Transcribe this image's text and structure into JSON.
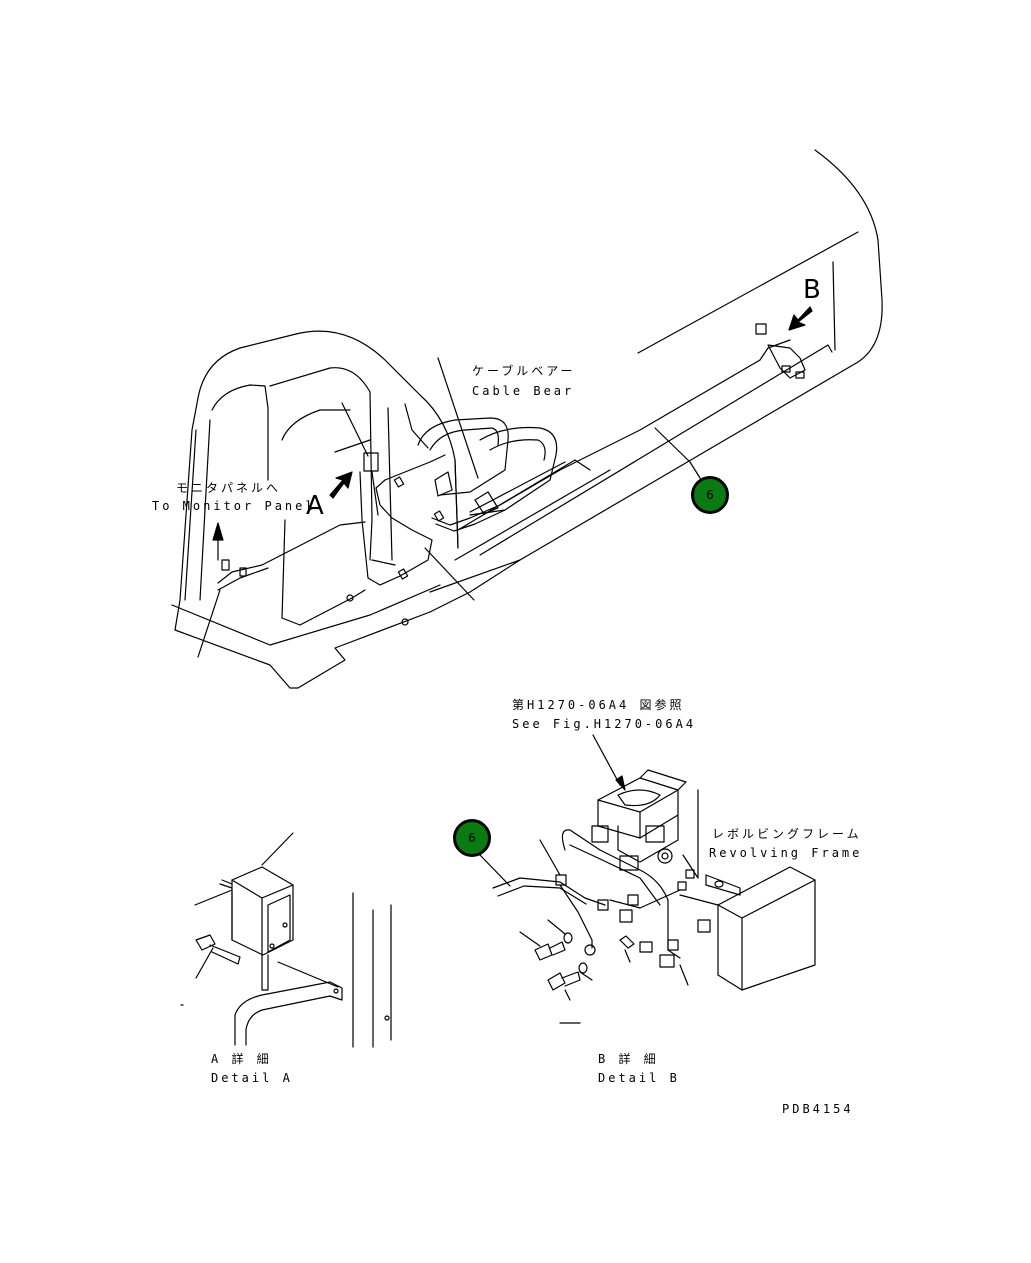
{
  "labels": {
    "cable_bear_jp": "ケーブルベアー",
    "cable_bear_en": "Cable Bear",
    "monitor_jp": "モニタパネルへ",
    "monitor_en": "To Monitor Panel",
    "view_a": "A",
    "view_b": "B",
    "ref_jp": "第H1270-06A4 図参照",
    "ref_en": "See Fig.H1270-06A4",
    "revolving_jp": "レボルビングフレーム",
    "revolving_en": "Revolving Frame",
    "detail_a_jp": "A 詳 細",
    "detail_a_en": "Detail A",
    "detail_b_jp": "B 詳 細",
    "detail_b_en": "Detail B",
    "drawing_number": "PDB4154"
  },
  "callouts": [
    {
      "number": "6",
      "color": "#0b7a12"
    },
    {
      "number": "6",
      "color": "#0b7a12"
    }
  ]
}
